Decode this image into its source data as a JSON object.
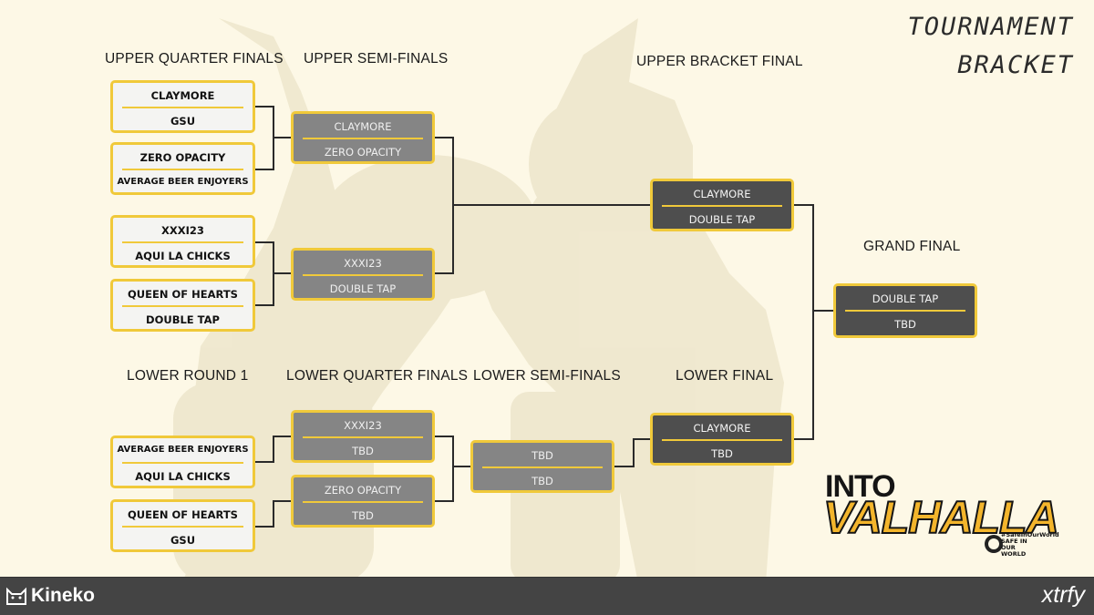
{
  "title": {
    "line1": "TOURNAMENT",
    "line2": "BRACKET"
  },
  "rounds": {
    "uqf": "UPPER QUARTER FINALS",
    "usf": "UPPER SEMI-FINALS",
    "ubf": "UPPER BRACKET FINAL",
    "gf": "GRAND FINAL",
    "lr1": "LOWER ROUND 1",
    "lqf": "LOWER QUARTER FINALS",
    "lsf": "LOWER SEMI-FINALS",
    "lf": "LOWER FINAL"
  },
  "matches": {
    "uqf1": {
      "team1": "CLAYMORE",
      "team2": "GSU"
    },
    "uqf2": {
      "team1": "ZERO OPACITY",
      "team2": "AVERAGE BEER ENJOYERS"
    },
    "uqf3": {
      "team1": "XXXI23",
      "team2": "AQUI LA CHICKS"
    },
    "uqf4": {
      "team1": "QUEEN OF HEARTS",
      "team2": "DOUBLE TAP"
    },
    "usf1": {
      "team1": "CLAYMORE",
      "team2": "ZERO OPACITY"
    },
    "usf2": {
      "team1": "XXXI23",
      "team2": "DOUBLE TAP"
    },
    "ubf": {
      "team1": "CLAYMORE",
      "team2": "DOUBLE TAP"
    },
    "gf": {
      "team1": "DOUBLE TAP",
      "team2": "TBD"
    },
    "lr1a": {
      "team1": "AVERAGE BEER ENJOYERS",
      "team2": "AQUI LA CHICKS"
    },
    "lr1b": {
      "team1": "QUEEN OF HEARTS",
      "team2": "GSU"
    },
    "lqf1": {
      "team1": "XXXI23",
      "team2": "TBD"
    },
    "lqf2": {
      "team1": "ZERO OPACITY",
      "team2": "TBD"
    },
    "lsf": {
      "team1": "TBD",
      "team2": "TBD"
    },
    "lf": {
      "team1": "CLAYMORE",
      "team2": "TBD"
    }
  },
  "logo": {
    "line1": "INTO",
    "line2": "VALHALLA",
    "badge": "#SafeInOurWorld SAFE IN OUR WORLD"
  },
  "footer": {
    "left_brand": "Kineko",
    "right_brand": "xtrfy"
  },
  "colors": {
    "accent": "#f0c93a",
    "footer": "#444444",
    "background": "#fdf8e6"
  }
}
